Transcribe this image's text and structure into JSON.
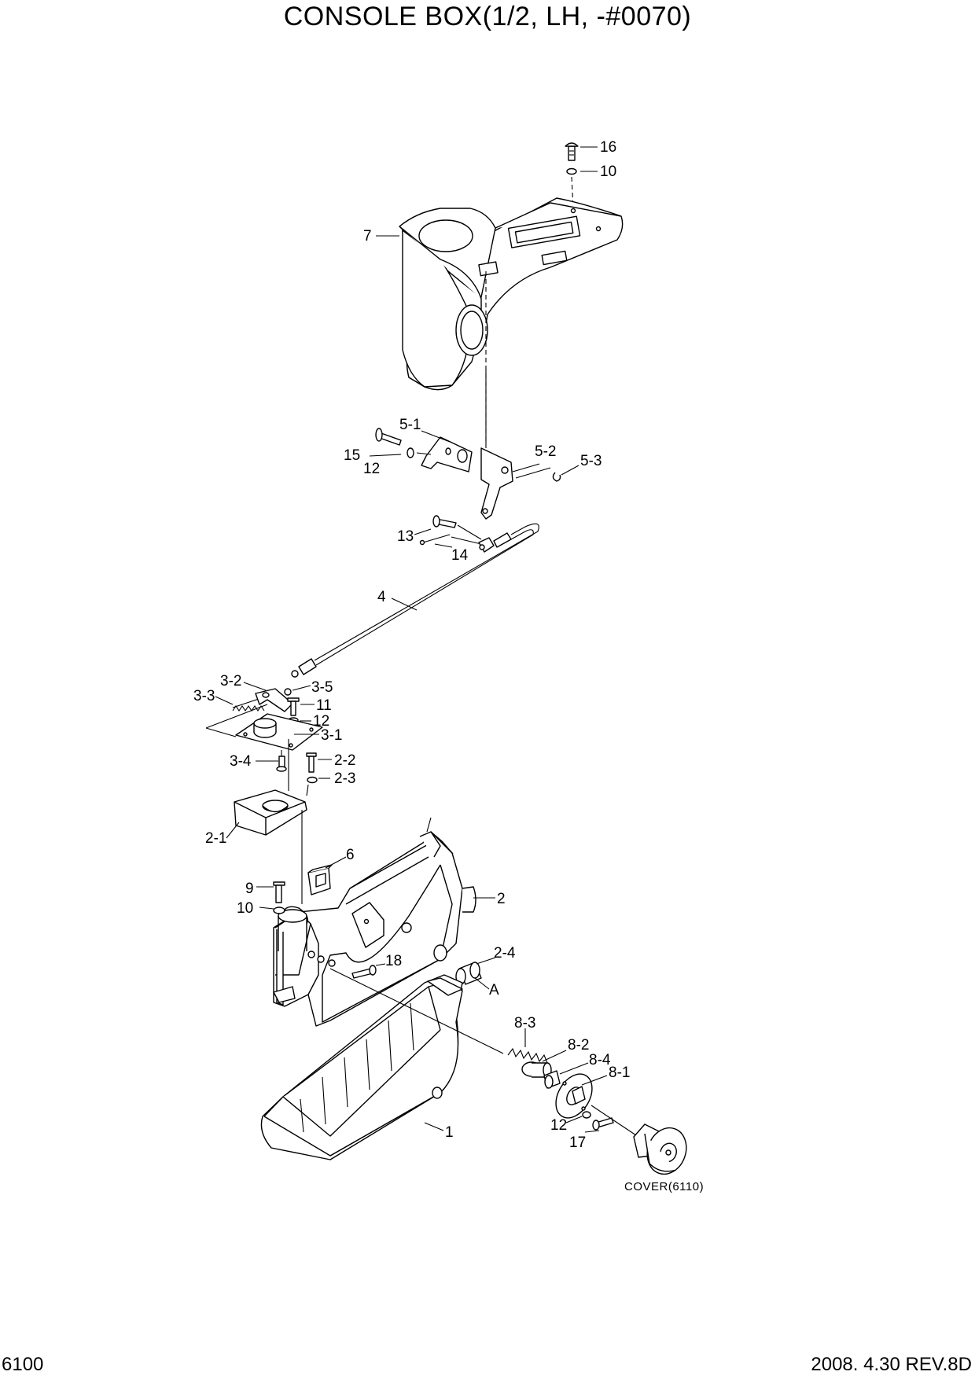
{
  "title": "CONSOLE BOX(1/2, LH, -#0070)",
  "page_number": "6100",
  "revision": "2008.  4.30  REV.8D",
  "callouts": {
    "c16": "16",
    "c10a": "10",
    "c7": "7",
    "c5_1": "5-1",
    "c15": "15",
    "c12a": "12",
    "c5_2": "5-2",
    "c5_3": "5-3",
    "c13": "13",
    "c14": "14",
    "c4": "4",
    "c3_2": "3-2",
    "c3_3": "3-3",
    "c3_5": "3-5",
    "c11": "11",
    "c12b": "12",
    "c3_1": "3-1",
    "c3_4": "3-4",
    "c2_2": "2-2",
    "c2_3": "2-3",
    "c2_1": "2-1",
    "c6": "6",
    "c9": "9",
    "c10b": "10",
    "c2": "2",
    "c18": "18",
    "c2_4": "2-4",
    "cA": "A",
    "c8_3": "8-3",
    "c8_2": "8-2",
    "c8_4": "8-4",
    "c8_1": "8-1",
    "c1": "1",
    "c12c": "12",
    "c17": "17"
  },
  "reference_note": "COVER(6110)"
}
